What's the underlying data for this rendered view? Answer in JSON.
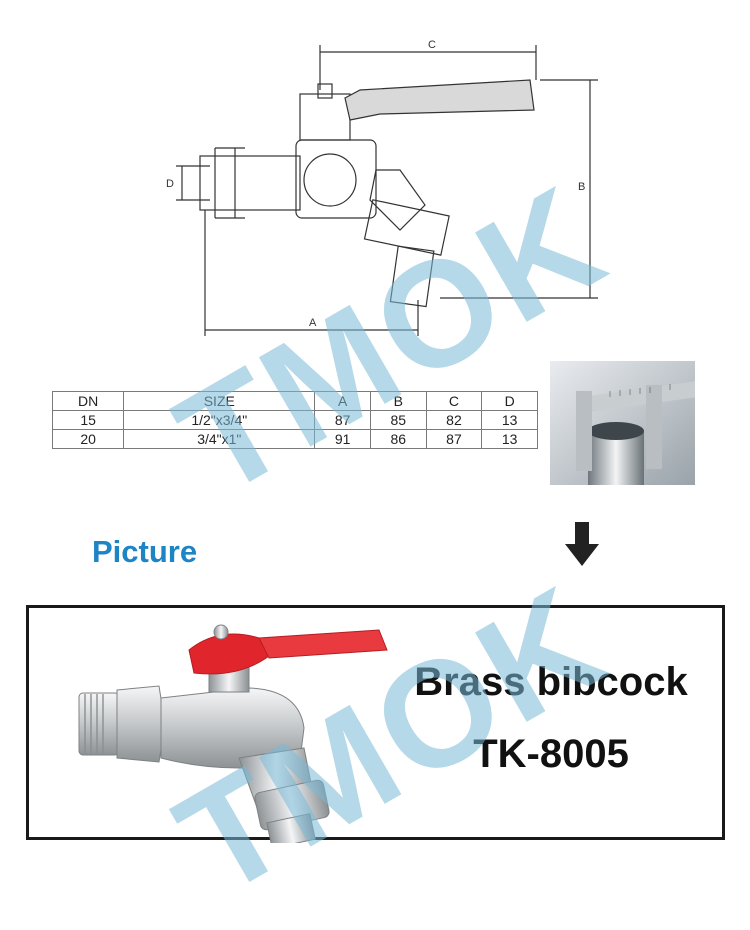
{
  "drawing": {
    "dimension_labels": {
      "a": "A",
      "b": "B",
      "c": "C",
      "d": "D"
    }
  },
  "spec_table": {
    "headers": [
      "DN",
      "SIZE",
      "A",
      "B",
      "C",
      "D"
    ],
    "rows": [
      [
        "15",
        "1/2\"x3/4\"",
        "87",
        "85",
        "82",
        "13"
      ],
      [
        "20",
        "3/4\"x1\"",
        "91",
        "86",
        "87",
        "13"
      ]
    ]
  },
  "picture_heading": "Picture",
  "product": {
    "name": "Brass bibcock",
    "model": "TK-8005"
  },
  "watermark": "TMOK",
  "colors": {
    "heading_blue": "#1d84c6",
    "handle_red": "#e0262c",
    "watermark": "#78b9d7"
  },
  "icons": [
    "down-arrow-icon"
  ]
}
